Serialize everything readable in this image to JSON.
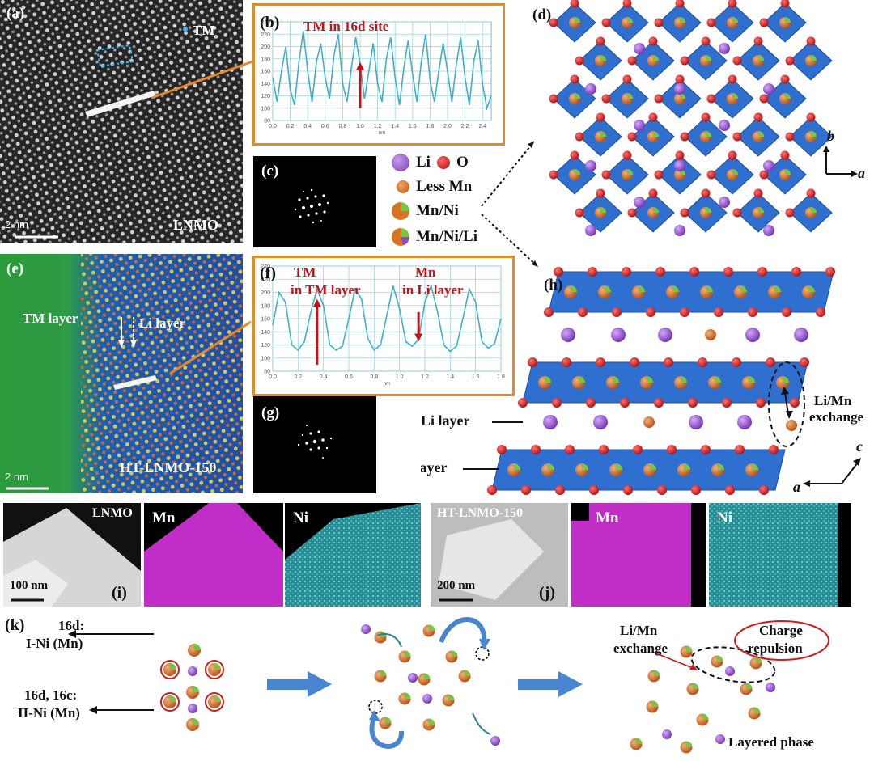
{
  "panels": {
    "a": {
      "label": "(a)",
      "tm_label": "TM",
      "sample": "LNMO",
      "scale": "2 nm"
    },
    "b": {
      "label": "(b)",
      "title": "TM in 16d site"
    },
    "c": {
      "label": "(c)"
    },
    "d": {
      "label": "(d)",
      "axis_b": "b",
      "axis_a": "a"
    },
    "e": {
      "label": "(e)",
      "tm_layer": "TM layer",
      "li_layer": "Li layer",
      "sample": "HT-LNMO-150",
      "scale": "2 nm"
    },
    "f": {
      "label": "(f)",
      "ann1_line1": "TM",
      "ann1_line2": "in TM layer",
      "ann2_line1": "Mn",
      "ann2_line2": "in Li layer"
    },
    "g": {
      "label": "(g)"
    },
    "h": {
      "label": "(h)",
      "li_layer": "Li layer",
      "tm_layer": "TM layer",
      "exchange_line1": "Li/Mn",
      "exchange_line2": "exchange",
      "axis_c": "c",
      "axis_a": "a"
    },
    "i": {
      "label": "(i)",
      "sample": "LNMO",
      "mn": "Mn",
      "ni": "Ni",
      "scale": "100 nm"
    },
    "j": {
      "label": "(j)",
      "sample": "HT-LNMO-150",
      "mn": "Mn",
      "ni": "Ni",
      "scale": "200 nm"
    },
    "k": {
      "label": "(k)",
      "site1_line1": "16d:",
      "site1_line2": "I-Ni (Mn)",
      "site2_line1": "16d, 16c:",
      "site2_line2": "II-Ni (Mn)",
      "exchange_line1": "Li/Mn",
      "exchange_line2": "exchange",
      "repulsion_line1": "Charge",
      "repulsion_line2": "repulsion",
      "phase": "Layered phase"
    }
  },
  "legend": {
    "li": "Li",
    "o": "O",
    "less_mn": "Less Mn",
    "mn_ni": "Mn/Ni",
    "mn_ni_li": "Mn/Ni/Li"
  },
  "colors": {
    "li": "#8e4fc4",
    "o": "#d01a1a",
    "mn": "#d9731f",
    "ni": "#7cc244",
    "octa": "#2f6fd0",
    "orange_frame": "#e38a2a",
    "mn_map": "#c02ec7",
    "ni_map": "#3fb9c4"
  },
  "chart_data": [
    {
      "type": "line",
      "title": "TM in 16d site",
      "xlabel": "nm",
      "ylabel": "",
      "xlim": [
        0.0,
        2.5
      ],
      "ylim": [
        80,
        240
      ],
      "x_ticks": [
        "0.0",
        "0.2",
        "0.4",
        "0.6",
        "0.8",
        "1.0",
        "1.2",
        "1.4",
        "1.6",
        "1.8",
        "2.0",
        "2.2",
        "2.4"
      ],
      "y_ticks": [
        "80",
        "100",
        "120",
        "140",
        "160",
        "180",
        "200",
        "220",
        "240"
      ],
      "series": [
        {
          "x": [
            0.0,
            0.05,
            0.1,
            0.15,
            0.2,
            0.25,
            0.3,
            0.35,
            0.4,
            0.45,
            0.5,
            0.55,
            0.6,
            0.65,
            0.7,
            0.75,
            0.8,
            0.85,
            0.9,
            0.95,
            1.0,
            1.05,
            1.1,
            1.15,
            1.2,
            1.25,
            1.3,
            1.35,
            1.4,
            1.45,
            1.5,
            1.55,
            1.6,
            1.65,
            1.7,
            1.75,
            1.8,
            1.85,
            1.9,
            1.95,
            2.0,
            2.05,
            2.1,
            2.15,
            2.2,
            2.25,
            2.3,
            2.35,
            2.4,
            2.45,
            2.5
          ],
          "y": [
            150,
            110,
            160,
            200,
            130,
            105,
            175,
            225,
            160,
            110,
            175,
            205,
            150,
            115,
            185,
            220,
            140,
            110,
            165,
            215,
            170,
            115,
            160,
            205,
            140,
            110,
            180,
            215,
            150,
            105,
            165,
            210,
            155,
            110,
            175,
            220,
            145,
            110,
            160,
            205,
            160,
            110,
            170,
            215,
            150,
            105,
            175,
            210,
            140,
            100,
            120
          ]
        }
      ]
    },
    {
      "type": "line",
      "xlabel": "nm",
      "ylabel": "",
      "xlim": [
        0.0,
        1.8
      ],
      "ylim": [
        80,
        240
      ],
      "x_ticks": [
        "0.0",
        "0.2",
        "0.4",
        "0.6",
        "0.8",
        "1.0",
        "1.2",
        "1.4",
        "1.6",
        "1.8"
      ],
      "y_ticks": [
        "80",
        "100",
        "120",
        "140",
        "160",
        "180",
        "200",
        "220",
        "240"
      ],
      "series": [
        {
          "x": [
            0.0,
            0.05,
            0.1,
            0.15,
            0.2,
            0.25,
            0.3,
            0.35,
            0.4,
            0.45,
            0.5,
            0.55,
            0.6,
            0.65,
            0.7,
            0.75,
            0.8,
            0.85,
            0.9,
            0.95,
            1.0,
            1.05,
            1.1,
            1.15,
            1.2,
            1.25,
            1.3,
            1.35,
            1.4,
            1.45,
            1.5,
            1.55,
            1.6,
            1.65,
            1.7,
            1.75,
            1.8
          ],
          "y": [
            150,
            200,
            185,
            120,
            112,
            125,
            170,
            205,
            180,
            120,
            112,
            118,
            160,
            205,
            190,
            130,
            112,
            120,
            165,
            210,
            175,
            125,
            118,
            128,
            185,
            210,
            170,
            120,
            110,
            118,
            160,
            205,
            185,
            125,
            115,
            122,
            160
          ]
        }
      ]
    }
  ]
}
